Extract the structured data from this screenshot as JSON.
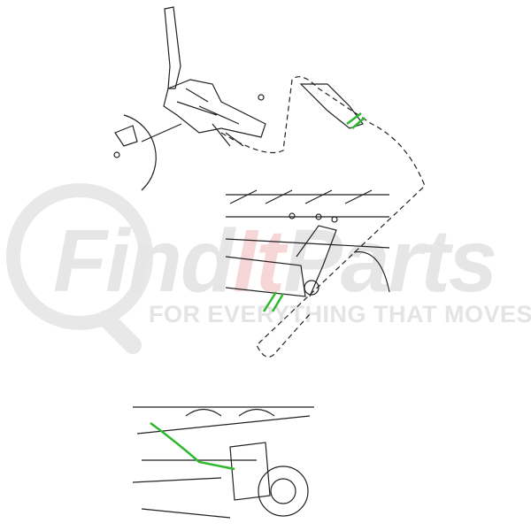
{
  "watermark": {
    "brand_prefix": "Find",
    "brand_mid": "It",
    "brand_suffix": "Parts",
    "tagline": "FOR EVERYTHING THAT MOVES"
  },
  "colors": {
    "line": "#222222",
    "highlight": "#2db82d",
    "watermark_gray": "#e6e6e6",
    "watermark_red": "#f6d6d6"
  }
}
